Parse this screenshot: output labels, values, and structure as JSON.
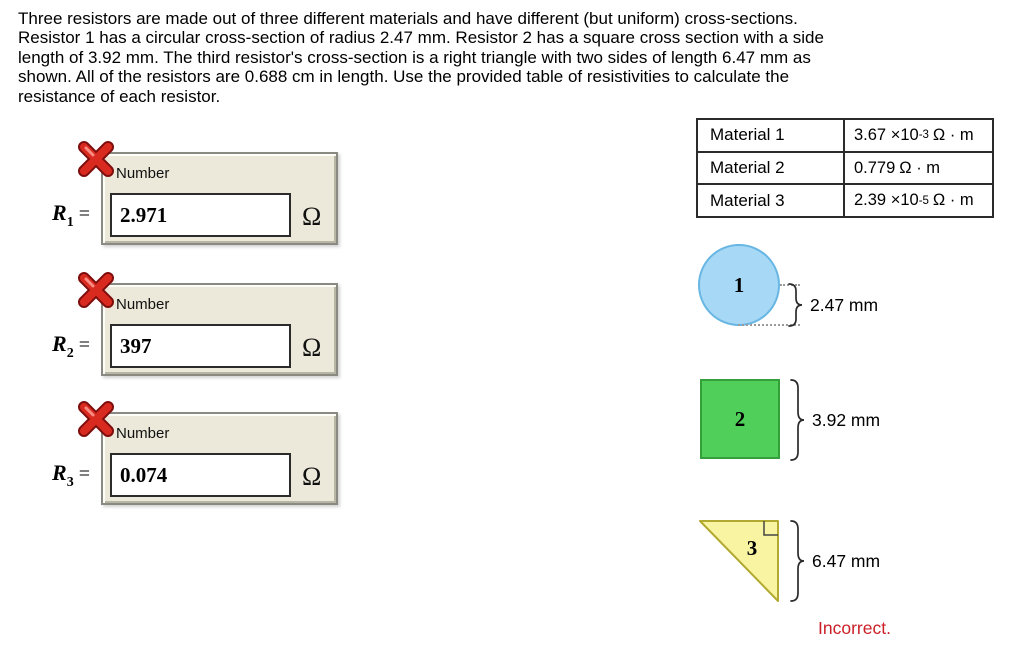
{
  "problem": {
    "lines": [
      "Three resistors are made out of three different materials and have different (but uniform) cross-sections.",
      "Resistor 1 has a circular cross-section of radius 2.47 mm. Resistor 2 has a square cross section with a side",
      "length of 3.92 mm. The third resistor's cross-section is a right triangle with two sides of length 6.47 mm as",
      "shown. All of the resistors are 0.688 cm in length. Use the provided table of resistivities to calculate the",
      "resistance of each resistor."
    ]
  },
  "answers": [
    {
      "symbol": "R",
      "subscript": "1",
      "equals": "=",
      "input_label": "Number",
      "value": "2.971",
      "unit": "Ω",
      "status_icon": "incorrect-x"
    },
    {
      "symbol": "R",
      "subscript": "2",
      "equals": "=",
      "input_label": "Number",
      "value": "397",
      "unit": "Ω",
      "status_icon": "incorrect-x"
    },
    {
      "symbol": "R",
      "subscript": "3",
      "equals": "=",
      "input_label": "Number",
      "value": "0.074",
      "unit": "Ω",
      "status_icon": "incorrect-x"
    }
  ],
  "resistivity_table": {
    "rows": [
      {
        "material": "Material 1",
        "value_mantissa": "3.67 ×10",
        "value_exponent": "-3",
        "value_unit": "Ω · m"
      },
      {
        "material": "Material 2",
        "value_mantissa": "0.779",
        "value_exponent": "",
        "value_unit": "Ω · m"
      },
      {
        "material": "Material 3",
        "value_mantissa": "2.39 ×10",
        "value_exponent": "-5",
        "value_unit": "Ω · m"
      }
    ]
  },
  "diagrams": [
    {
      "shape": "circle",
      "number": "1",
      "dimension": "2.47 mm"
    },
    {
      "shape": "square",
      "number": "2",
      "dimension": "3.92 mm"
    },
    {
      "shape": "triangle",
      "number": "3",
      "dimension": "6.47 mm"
    }
  ],
  "feedback": {
    "text": "Incorrect."
  },
  "colors": {
    "circle_fill": "#A7D9F6",
    "circle_border": "#67B6E3",
    "square_fill": "#50D05A",
    "square_border": "#35A03B",
    "triangle_fill": "#F8F4A1",
    "triangle_border": "#B2AA30",
    "answer_box_bg": "#ECE9DA",
    "incorrect_red": "#CB2027",
    "x_icon_red": "#D92A20"
  }
}
